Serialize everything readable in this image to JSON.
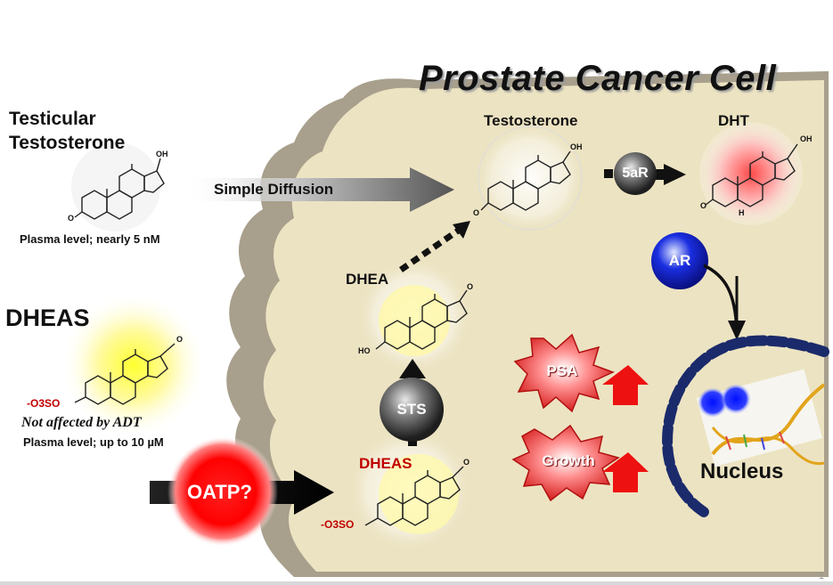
{
  "title": "Prostate Cancer Cell",
  "left": {
    "testicular_label": "Testicular\nTestosterone",
    "testicular_plasma": "Plasma level; nearly 5 nM",
    "dheas_title": "DHEAS",
    "dheas_note": "Not affected by ADT",
    "dheas_plasma": "Plasma level; up to 10 µM",
    "sulfate_group": "-O3SO"
  },
  "arrows": {
    "simple_diffusion": "Simple Diffusion",
    "oatp": "OATP?"
  },
  "cell": {
    "testosterone": "Testosterone",
    "dht": "DHT",
    "enzyme_5ar": "5aR",
    "dhea": "DHEA",
    "sts": "STS",
    "dheas_inner": "DHEAS",
    "ar": "AR",
    "psa": "PSA",
    "growth": "Growth",
    "nucleus": "Nucleus"
  },
  "molecule_labels": {
    "oh": "OH",
    "o": "O",
    "h": "H",
    "ho": "HO"
  },
  "colors": {
    "cell_fill": "#ece3c2",
    "membrane": "#a89f8c",
    "nucleus_dash": "#1b2a6b",
    "red_accent": "#e01010",
    "ar_blue": "#1a2ee0",
    "dheas_red": "#c00000"
  },
  "slide_number": "1"
}
